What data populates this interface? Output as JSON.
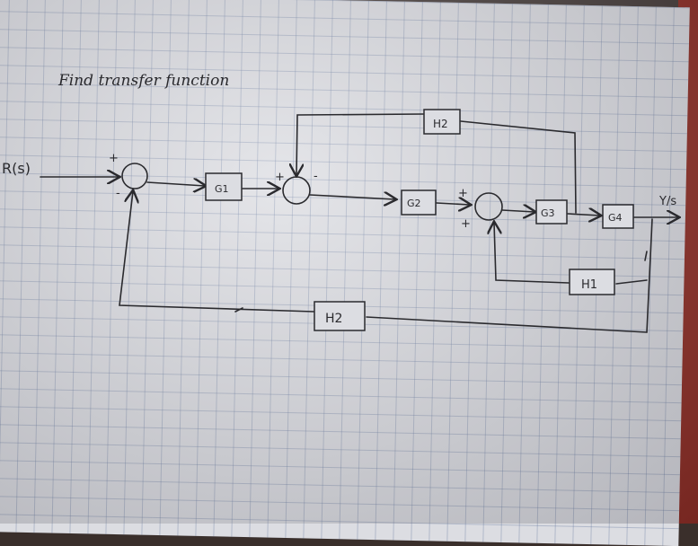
{
  "title": "Find transfer function",
  "input_label": "R(s)",
  "output_label": "Y/s",
  "signs": {
    "sum1_top": "+",
    "sum1_bottom": "-",
    "sum2_left": "+",
    "sum2_top": "-",
    "sum3_top": "+",
    "sum3_bottom": "+"
  },
  "blocks": {
    "g1": "G1",
    "g2": "G2",
    "g3": "G3",
    "g4": "G4",
    "h2_top": "H2",
    "h1": "H1",
    "h2_bottom": "H2"
  },
  "colors": {
    "ink": "#2a2a2e",
    "paper": "#dcdde2",
    "grid": "#5f739b"
  }
}
